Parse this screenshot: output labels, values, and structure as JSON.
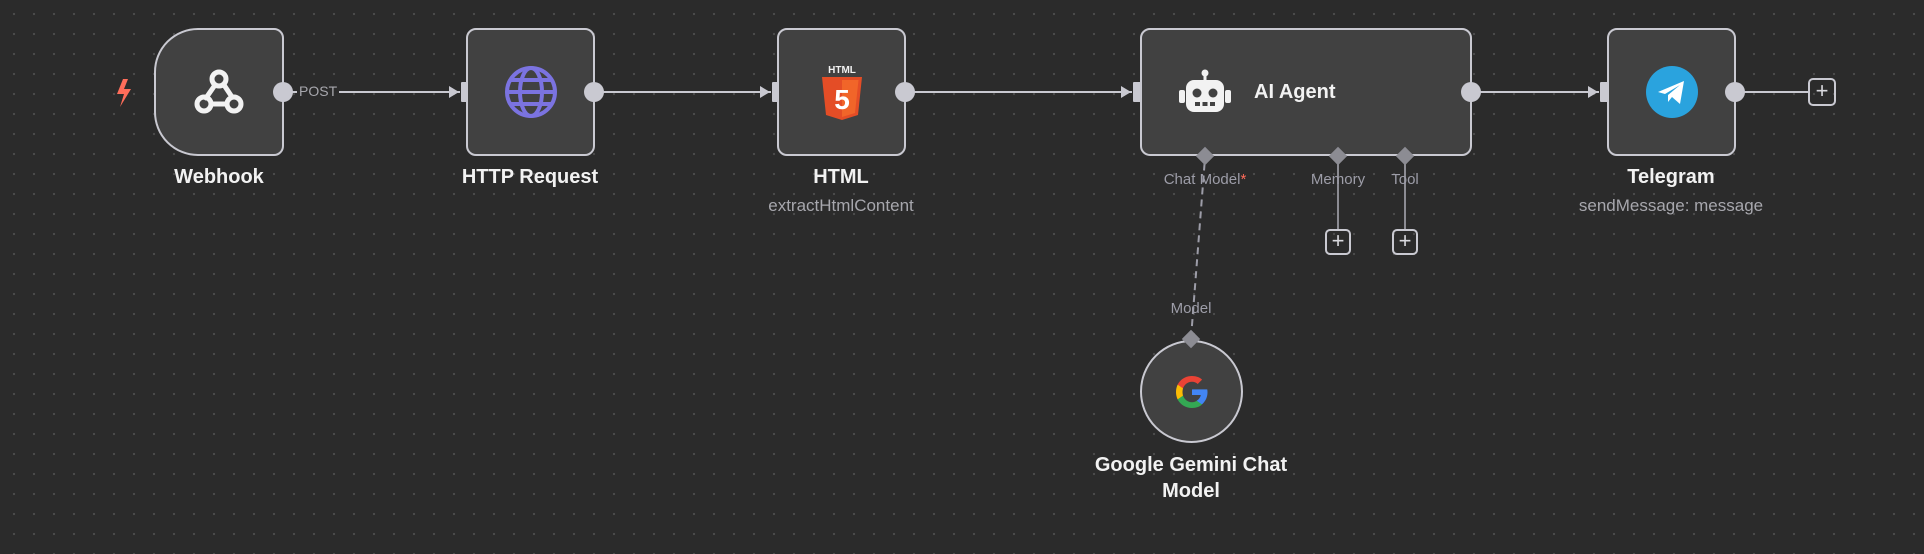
{
  "canvas": {
    "background_color": "#2b2b2b",
    "node_fill": "#414141",
    "node_border": "#c9c9d1",
    "connection_color": "#c9c9d1"
  },
  "nodes": {
    "webhook": {
      "title": "Webhook",
      "icon": "webhook-icon",
      "output_label": "POST",
      "trigger_icon": "lightning-bolt-icon",
      "trigger_color": "#ff6d5a"
    },
    "http_request": {
      "title": "HTTP Request",
      "icon": "globe-icon",
      "icon_color": "#7b73e0"
    },
    "html": {
      "title": "HTML",
      "subtitle": "extractHtmlContent",
      "icon": "html5-icon",
      "icon_text": "HTML",
      "icon_number": "5",
      "icon_color": "#e44d26"
    },
    "ai_agent": {
      "title": "AI Agent",
      "icon": "robot-icon",
      "inputs": {
        "chat_model_label": "Chat Model",
        "required_mark": "*",
        "memory_label": "Memory",
        "tool_label": "Tool"
      }
    },
    "telegram": {
      "title": "Telegram",
      "subtitle": "sendMessage: message",
      "icon": "telegram-icon",
      "icon_color": "#2aa3de"
    },
    "gemini": {
      "title_line1": "Google Gemini Chat",
      "title_line2": "Model",
      "output_label": "Model",
      "icon": "google-g-icon"
    }
  },
  "controls": {
    "add_symbol": "+"
  }
}
